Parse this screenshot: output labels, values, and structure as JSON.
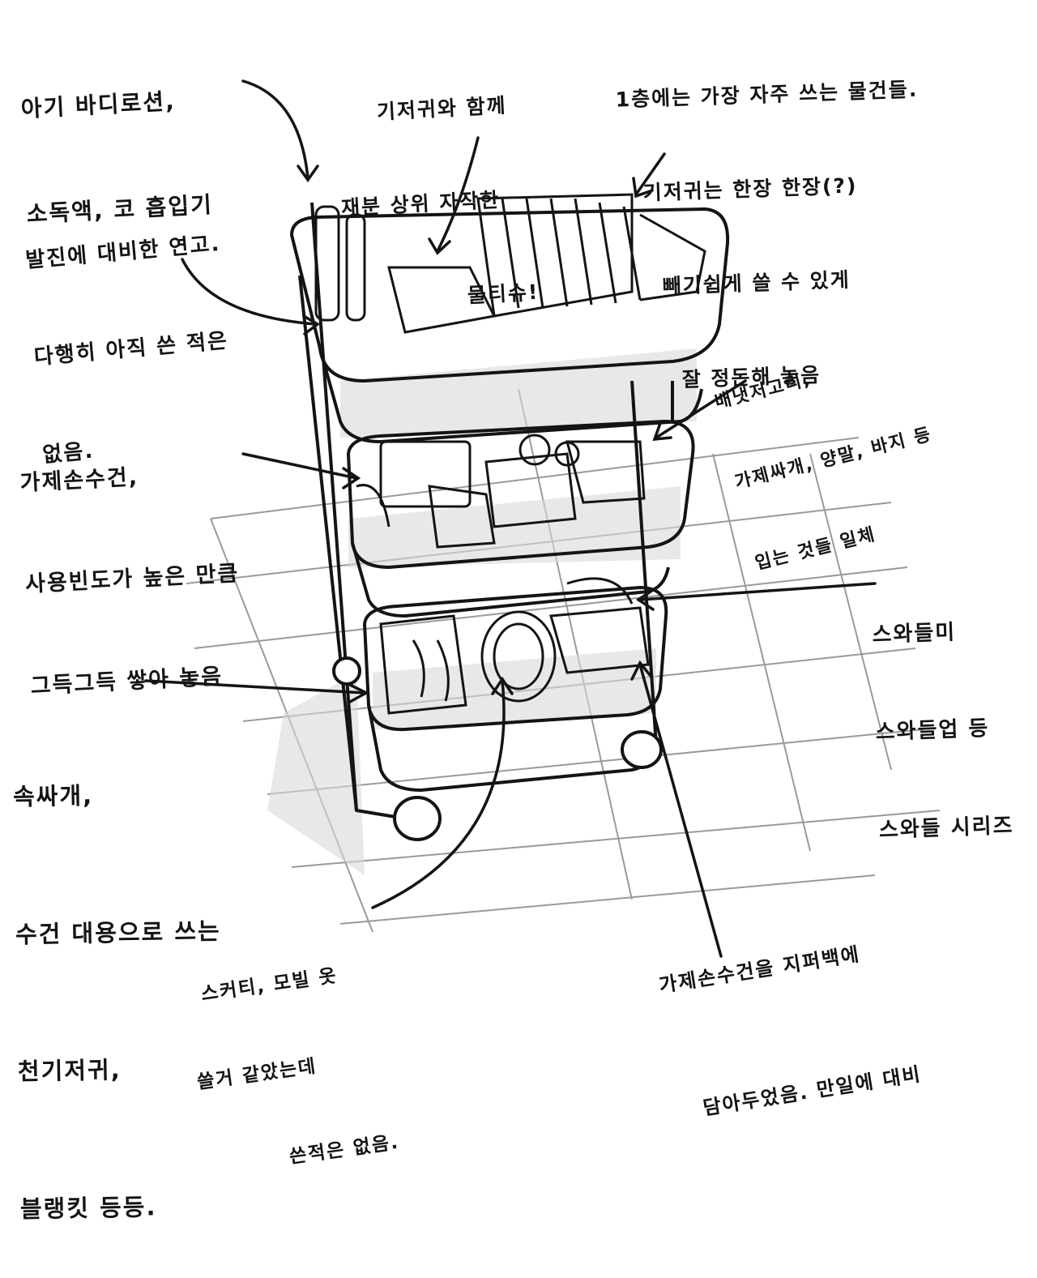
{
  "annotations": {
    "top_shelf_left_products": [
      "아기 바디로션,",
      "소독액, 코 흡입기"
    ],
    "top_shelf_wipes": [
      "기저귀와 함께",
      "재분 상위 자작한",
      "물티슈!"
    ],
    "top_shelf_diapers": [
      "1층에는 가장 자주 쓰는 물건들.",
      "기저귀는 한장 한장(?)",
      "빼기쉽게 쓸 수 있게",
      "잘 정돈해 놓음"
    ],
    "rash_prep": [
      "발진에 대비한 연고.",
      "다행히 아직 쓴 적은",
      "없음."
    ],
    "middle_shelf_cloths": [
      "가제손수건,",
      "사용빈도가 높은 만큼",
      "그득그득 쌓아 놓음"
    ],
    "middle_shelf_clothes": [
      "배냇저고리,",
      "가제싸개, 양말, 바지 등",
      "입는 것들 일체"
    ],
    "bottom_shelf_swaddle": [
      "스와들미",
      "스와들업 등",
      "스와들 시리즈"
    ],
    "bottom_shelf_left": [
      "속싸개,",
      "수건 대용으로 쓰는",
      "천기저귀,",
      "블랭킷 등등."
    ],
    "bottom_shelf_skirt": [
      "스커티, 모빌 옷",
      "쓸거 같았는데",
      "쓴적은 없음."
    ],
    "bottom_shelf_bag": [
      "가제손수건을 지퍼백에",
      "담아두었음. 만일에 대비"
    ]
  },
  "colors": {
    "ink": "#141414",
    "paper": "#ffffff",
    "shade": "#d9d9d9"
  }
}
